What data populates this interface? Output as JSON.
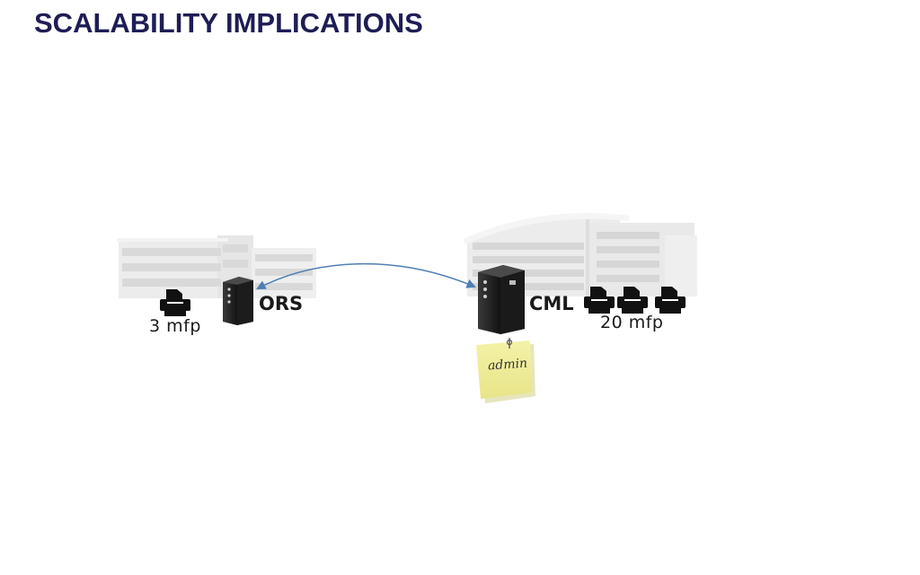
{
  "title": "SCALABILITY IMPLICATIONS",
  "colors": {
    "title": "#1f1d55",
    "arrow": "#4f7fb3",
    "note": "#f1ef9a",
    "building": "#ebebeb"
  },
  "sites": {
    "left": {
      "server_label": "ORS",
      "printer_label": "3 mfp",
      "printer_count_shown": 1
    },
    "right": {
      "server_label": "CML",
      "printer_label": "20 mfp",
      "printer_count_shown": 3
    }
  },
  "note": {
    "text": "admin"
  },
  "icons": {
    "building": "office-building-icon",
    "server": "tower-server-icon",
    "printer": "printer-icon",
    "note": "sticky-note-icon",
    "pin": "pushpin-icon"
  }
}
